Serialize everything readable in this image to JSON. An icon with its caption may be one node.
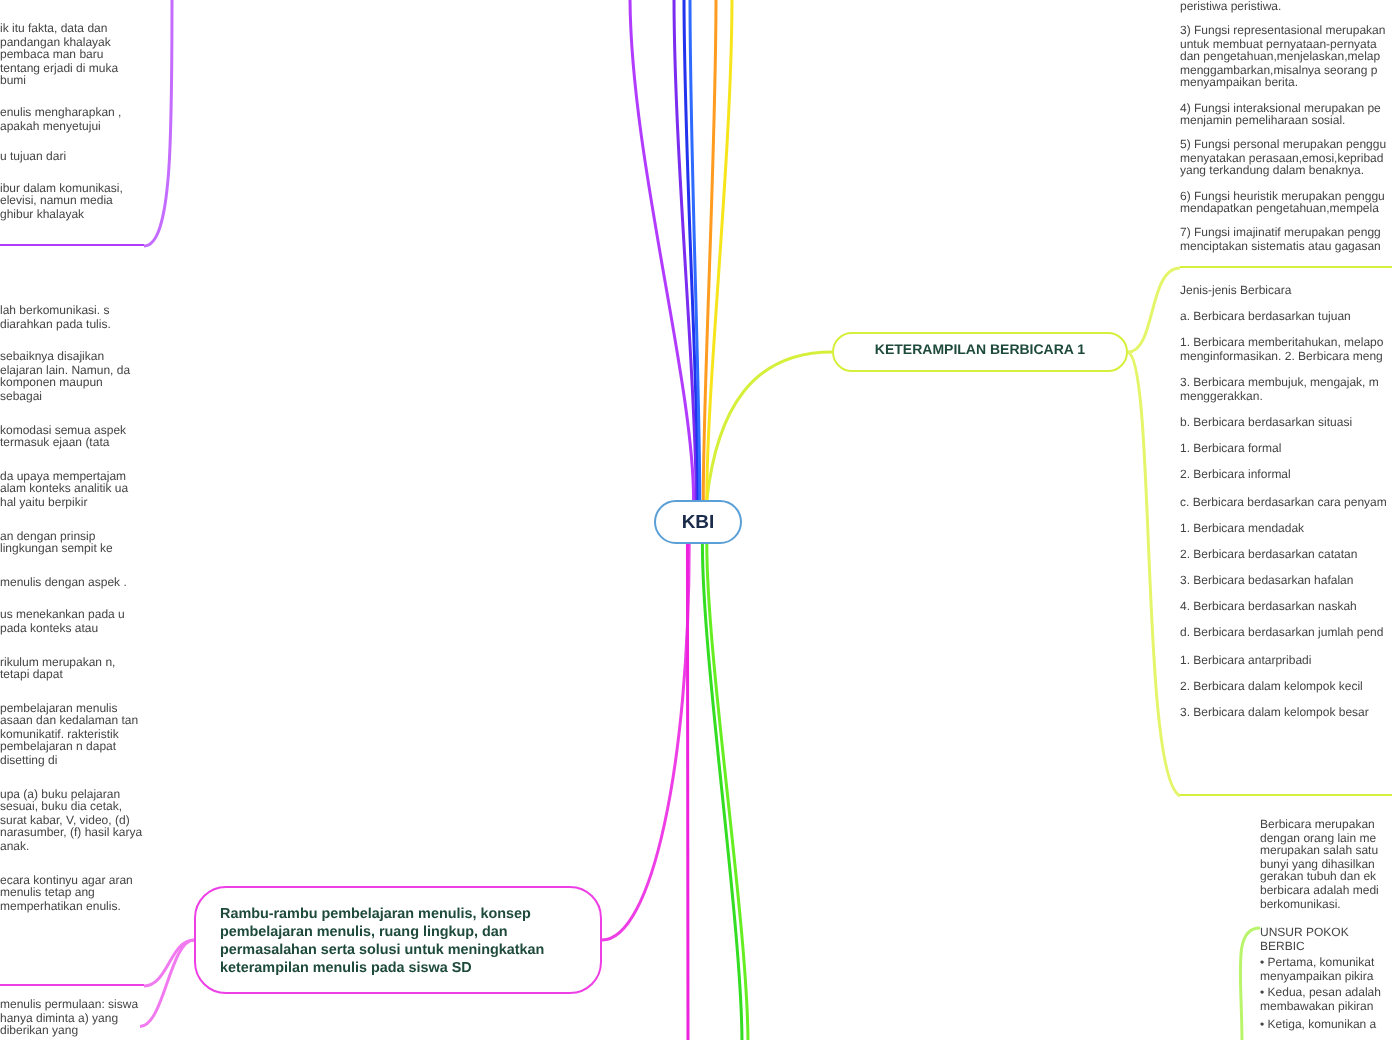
{
  "diagram": {
    "nodes": [
      {
        "text": [
          "KBI"
        ]
      },
      {
        "text": [
          "KETERAMPILAN BERBICARA 1"
        ]
      },
      {
        "text": [
          "Rambu-rambu pembelajaran menulis, konsep pembelajaran menulis, ruang lingkup, dan permasalahan serta solusi untuk meningkatkan keterampilan menulis pada siswa SD"
        ]
      },
      {
        "text": [
          "peristiwa peristiwa.",
          "3) Fungsi representasional merupakan untuk membuat pernyataan-pernyata dan pengetahuan,menjelaskan,melap menggambarkan,misalnya seorang p menyampaikan berita.",
          "4) Fungsi interaksional merupakan pe menjamin pemeliharaan sosial.",
          "5) Fungsi personal merupakan penggu menyatakan perasaan,emosi,kepribad yang terkandung dalam benaknya.",
          "6) Fungsi heuristik merupakan penggu mendapatkan pengetahuan,mempela",
          "7) Fungsi imajinatif merupakan pengg menciptakan sistematis atau gagasan"
        ]
      },
      {
        "text": [
          "Jenis-jenis Berbicara",
          "a. Berbicara berdasarkan tujuan",
          "1. Berbicara memberitahukan, melapo menginformasikan. 2. Berbicara meng",
          "3. Berbicara membujuk, mengajak, m menggerakkan.",
          "b. Berbicara berdasarkan situasi",
          "1. Berbicara formal",
          "2. Berbicara informal",
          "c. Berbicara berdasarkan cara penyam",
          "1. Berbicara mendadak",
          "2. Berbicara berdasarkan catatan",
          "3. Berbicara bedasarkan hafalan",
          "4. Berbicara berdasarkan naskah",
          "d. Berbicara berdasarkan jumlah pend",
          "1. Berbicara antarpribadi",
          "2. Berbicara dalam kelompok kecil",
          "3. Berbicara dalam kelompok besar"
        ]
      },
      {
        "text": [
          "Berbicara merupakan dengan orang lain me merupakan salah satu bunyi yang dihasilkan gerakan tubuh dan ek berbicara adalah medi berkomunikasi."
        ]
      },
      {
        "text": [
          "UNSUR POKOK BERBIC",
          "• Pertama, komunikat menyampaikan pikira",
          "• Kedua, pesan adalah membawakan pikiran",
          "• Ketiga, komunikan a"
        ]
      },
      {
        "text": [
          "ik itu fakta, data dan pandangan khalayak pembaca man baru tentang erjadi di muka bumi",
          "enulis mengharapkan , apakah menyetujui",
          "u tujuan dari",
          "ibur dalam komunikasi, elevisi, namun media ghibur khalayak"
        ]
      },
      {
        "text": [
          "lah berkomunikasi. s diarahkan pada tulis.",
          "sebaiknya disajikan elajaran lain. Namun, da komponen maupun sebagai",
          "komodasi semua aspek termasuk ejaan (tata",
          "da upaya mempertajam alam konteks analitik ua hal yaitu berpikir",
          "an dengan prinsip lingkungan sempit ke",
          "menulis dengan aspek .",
          "us menekankan pada u pada konteks atau",
          "rikulum merupakan n, tetapi dapat",
          "pembelajaran menulis asaan dan kedalaman tan komunikatif. rakteristik pembelajaran n dapat disetting di",
          "upa (a) buku pelajaran sesuai, buku dia cetak, surat kabar, V, video, (d) narasumber, (f) hasil karya anak.",
          "ecara kontinyu agar aran menulis tetap ang memperhatikan enulis."
        ]
      },
      {
        "text": [
          "menulis permulaan: siswa hanya diminta a) yang diberikan yang"
        ]
      }
    ],
    "edges": [
      {
        "from": 0,
        "to": 1,
        "arrow": "none",
        "color": "#d6ef3a"
      },
      {
        "from": 0,
        "to": 2,
        "arrow": "none",
        "color": "#ee3fe6"
      },
      {
        "from": 1,
        "to": 3,
        "arrow": "none",
        "color": "#e4f56a"
      },
      {
        "from": 1,
        "to": 4,
        "arrow": "none",
        "color": "#e4f56a"
      },
      {
        "from": 2,
        "to": 8,
        "arrow": "none",
        "color": "#f27af0"
      },
      {
        "from": 2,
        "to": 9,
        "arrow": "none",
        "color": "#f27af0"
      },
      {
        "from": null,
        "to": 7,
        "arrow": "none",
        "color": "#c46cff"
      },
      {
        "from": null,
        "to": 6,
        "arrow": "none",
        "color": "#b9f56a"
      },
      {
        "from": 0,
        "to": null,
        "arrow": "none",
        "color": "#b13cff"
      },
      {
        "from": 0,
        "to": null,
        "arrow": "none",
        "color": "#7a2cf0"
      },
      {
        "from": 0,
        "to": null,
        "arrow": "none",
        "color": "#2233ee"
      },
      {
        "from": 0,
        "to": null,
        "arrow": "none",
        "color": "#2f6bff"
      },
      {
        "from": 0,
        "to": null,
        "arrow": "none",
        "color": "#ff9b1e"
      },
      {
        "from": 0,
        "to": null,
        "arrow": "none",
        "color": "#f7e51c"
      },
      {
        "from": 0,
        "to": null,
        "arrow": "none",
        "color": "#ee22dd"
      },
      {
        "from": 0,
        "to": null,
        "arrow": "none",
        "color": "#33dd22"
      },
      {
        "from": 0,
        "to": null,
        "arrow": "none",
        "color": "#66ee22"
      }
    ]
  }
}
